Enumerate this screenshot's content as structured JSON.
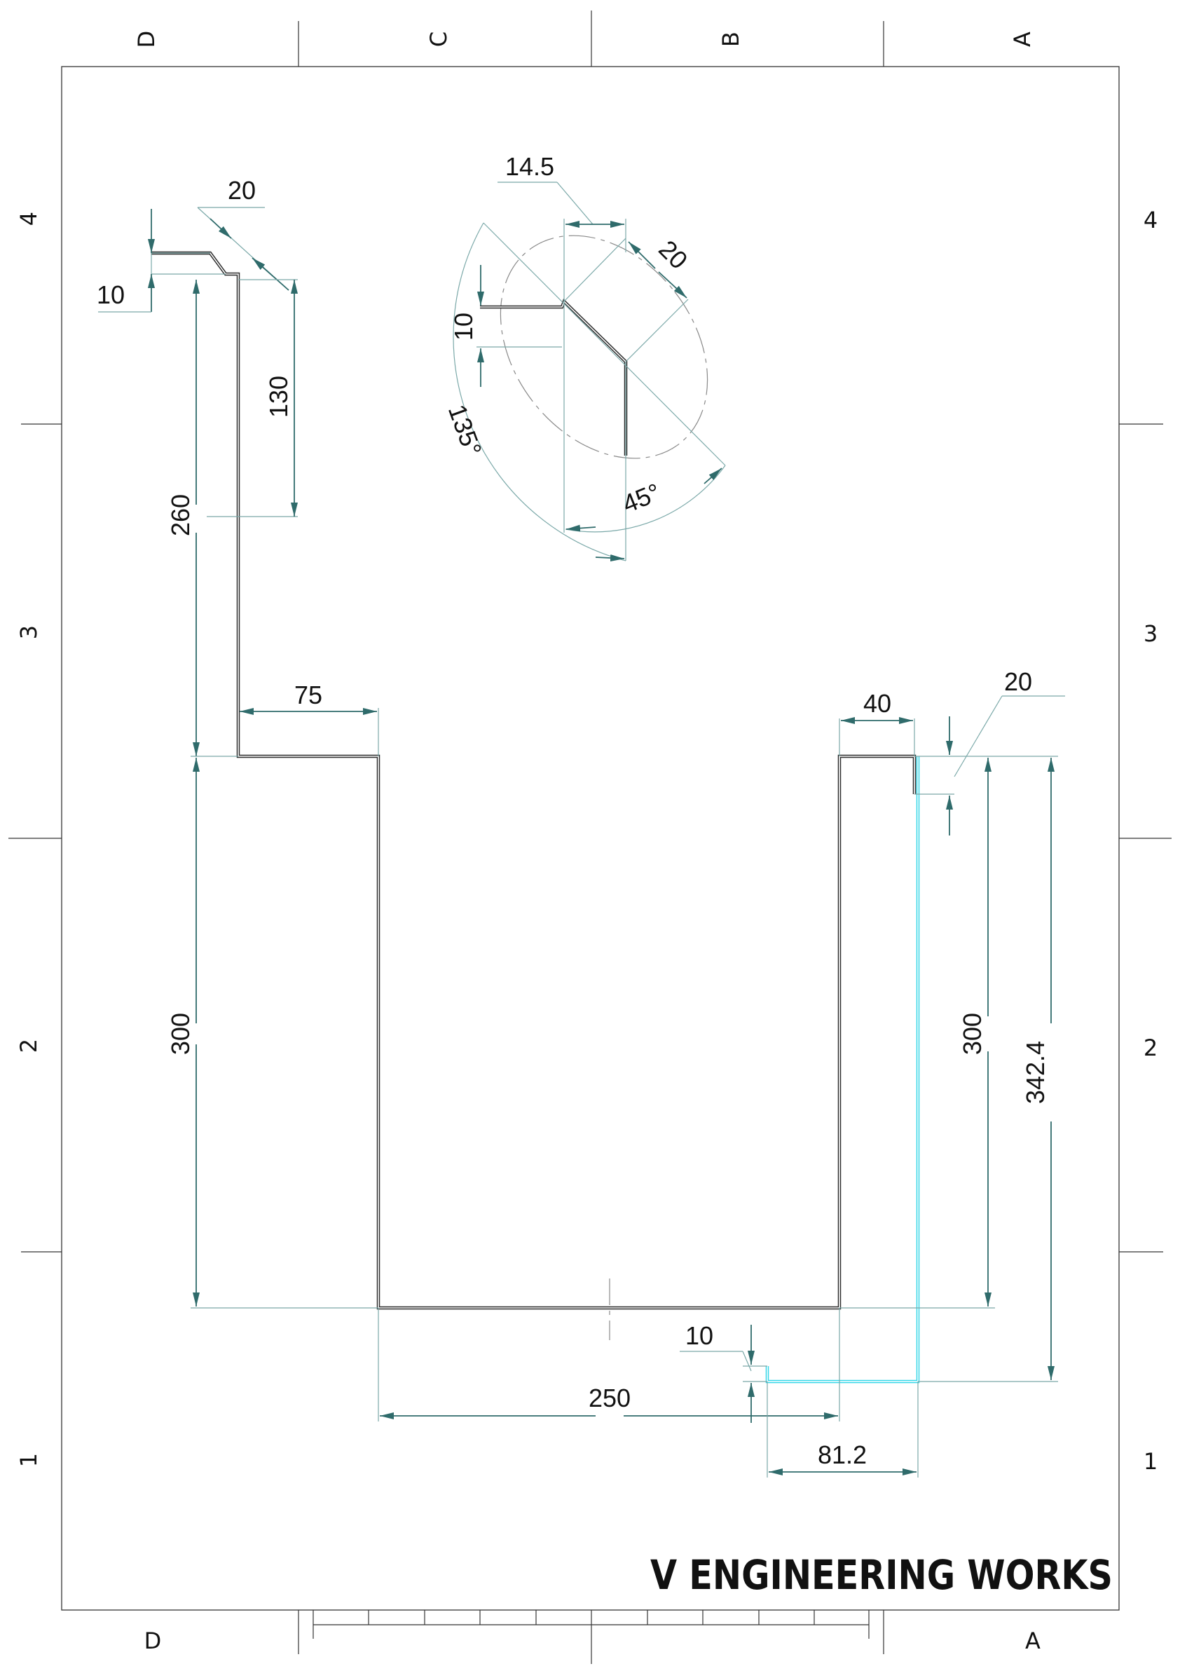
{
  "sheet": {
    "zones_top": [
      "D",
      "C",
      "B",
      "A"
    ],
    "zones_bottom": [
      "D",
      "A"
    ],
    "zones_left": [
      "4",
      "3",
      "2",
      "1"
    ],
    "zones_right": [
      "4",
      "3",
      "2",
      "1"
    ]
  },
  "title_block": {
    "brand": "V ENGINEERING WORKS"
  },
  "dimensions": {
    "top_lip_height": "10",
    "top_lip_bend": "20",
    "upper_wall": "130",
    "upper_wall_total": "260",
    "left_flange": "75",
    "left_wall": "300",
    "base_width": "250",
    "right_flange": "40",
    "right_lip": "20",
    "right_wall": "300",
    "right_total": "342.4",
    "bottom_step": "10",
    "bottom_offset": "81.2",
    "detail_width": "14.5",
    "detail_bend": "20",
    "detail_lip": "10",
    "detail_angle_outer": "135°",
    "detail_angle_inner": "45°"
  },
  "colors": {
    "profile": "#2b2b2b",
    "flat_pattern": "#33d6e8",
    "dimension": "#2f6b6b"
  }
}
